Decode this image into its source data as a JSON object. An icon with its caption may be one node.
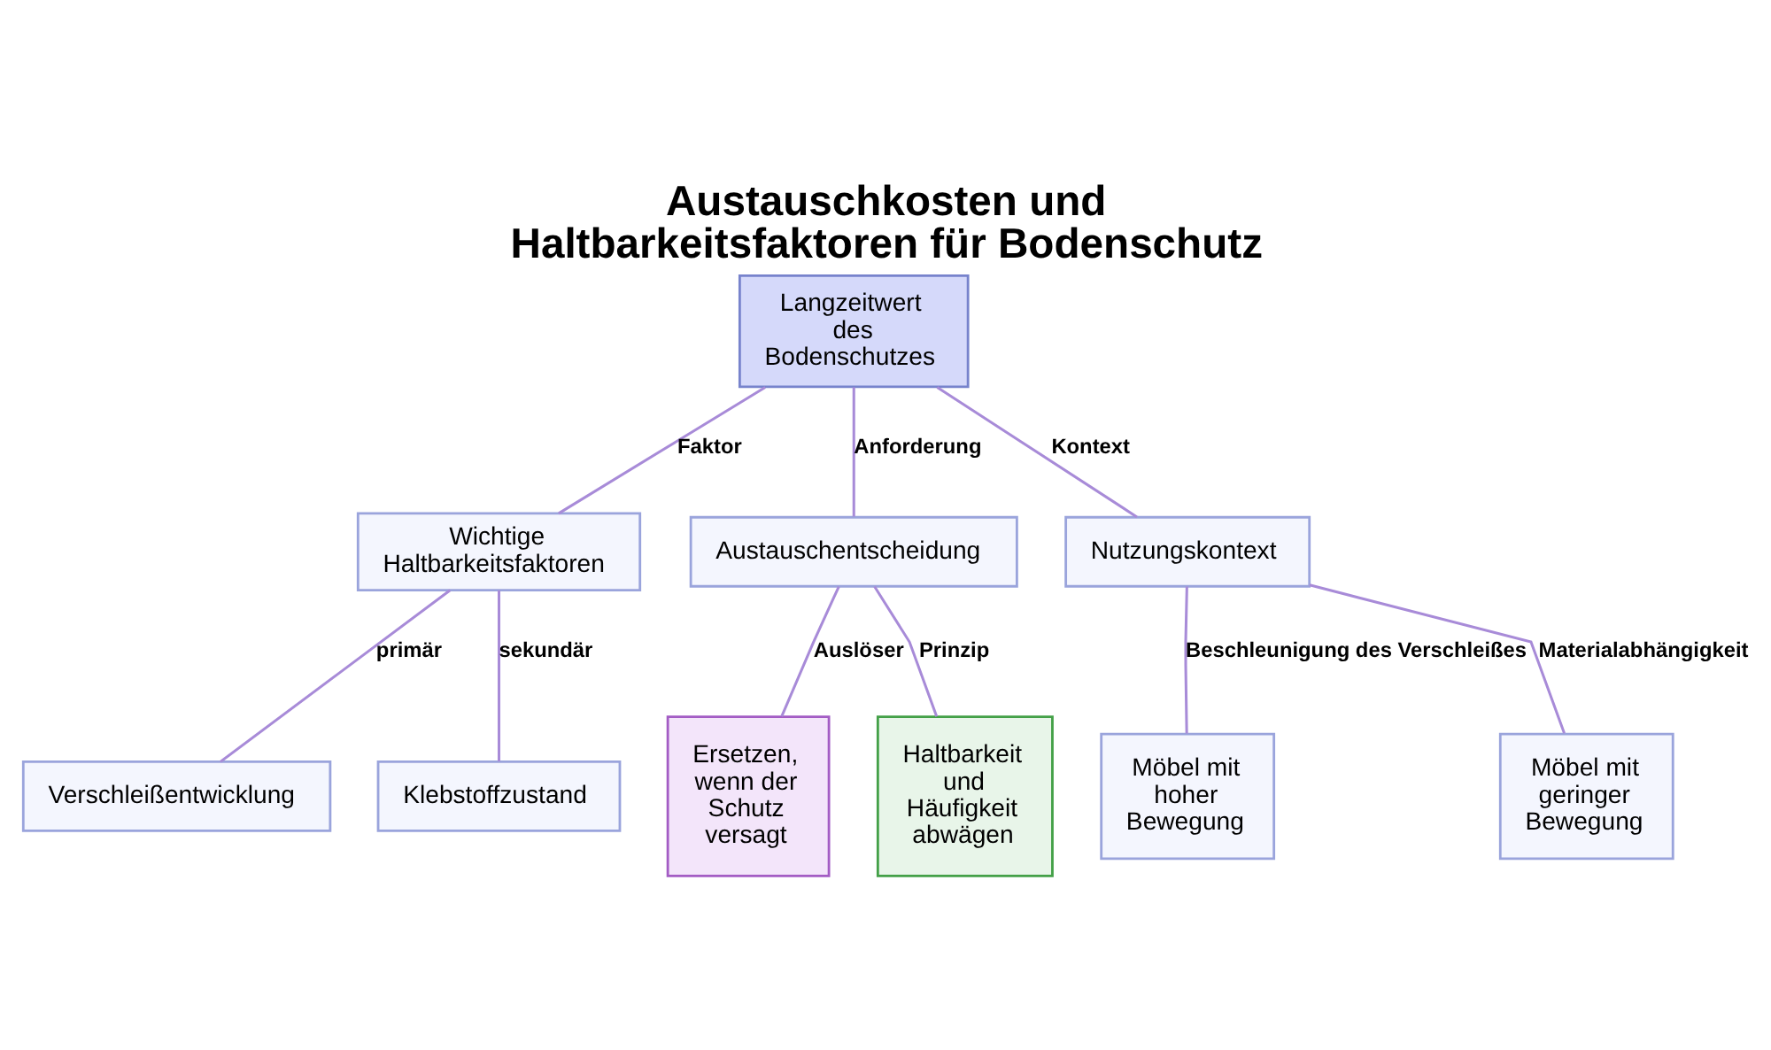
{
  "diagram": {
    "title": "Austauschkosten und Haltbarkeitsfaktoren für Bodenschutz",
    "nodes": [
      {
        "text": [
          "Langzeitwert des Bodenschutzes"
        ]
      },
      {
        "text": [
          "Wichtige Haltbarkeitsfaktoren"
        ]
      },
      {
        "text": [
          "Austauschentscheidung"
        ]
      },
      {
        "text": [
          "Nutzungskontext"
        ]
      },
      {
        "text": [
          "Verschleißentwicklung"
        ]
      },
      {
        "text": [
          "Klebstoffzustand"
        ]
      },
      {
        "text": [
          "Ersetzen, wenn der Schutz versagt"
        ]
      },
      {
        "text": [
          "Haltbarkeit und Häufigkeit abwägen"
        ]
      },
      {
        "text": [
          "Möbel mit hoher Bewegung"
        ]
      },
      {
        "text": [
          "Möbel mit geringer Bewegung"
        ]
      }
    ],
    "edges": [
      {
        "from": 0,
        "to": 1,
        "arrow": "none",
        "label": "Faktor"
      },
      {
        "from": 0,
        "to": 2,
        "arrow": "none",
        "label": "Anforderung"
      },
      {
        "from": 0,
        "to": 3,
        "arrow": "none",
        "label": "Kontext"
      },
      {
        "from": 1,
        "to": 4,
        "arrow": "none",
        "label": "primär"
      },
      {
        "from": 1,
        "to": 5,
        "arrow": "none",
        "label": "sekundär"
      },
      {
        "from": 2,
        "to": 6,
        "arrow": "none",
        "label": "Auslöser"
      },
      {
        "from": 2,
        "to": 7,
        "arrow": "none",
        "label": "Prinzip"
      },
      {
        "from": 3,
        "to": 8,
        "arrow": "none",
        "label": "Beschleunigung des Verschleißes"
      },
      {
        "from": 3,
        "to": 9,
        "arrow": "none",
        "label": "Materialabhängigkeit"
      }
    ]
  }
}
